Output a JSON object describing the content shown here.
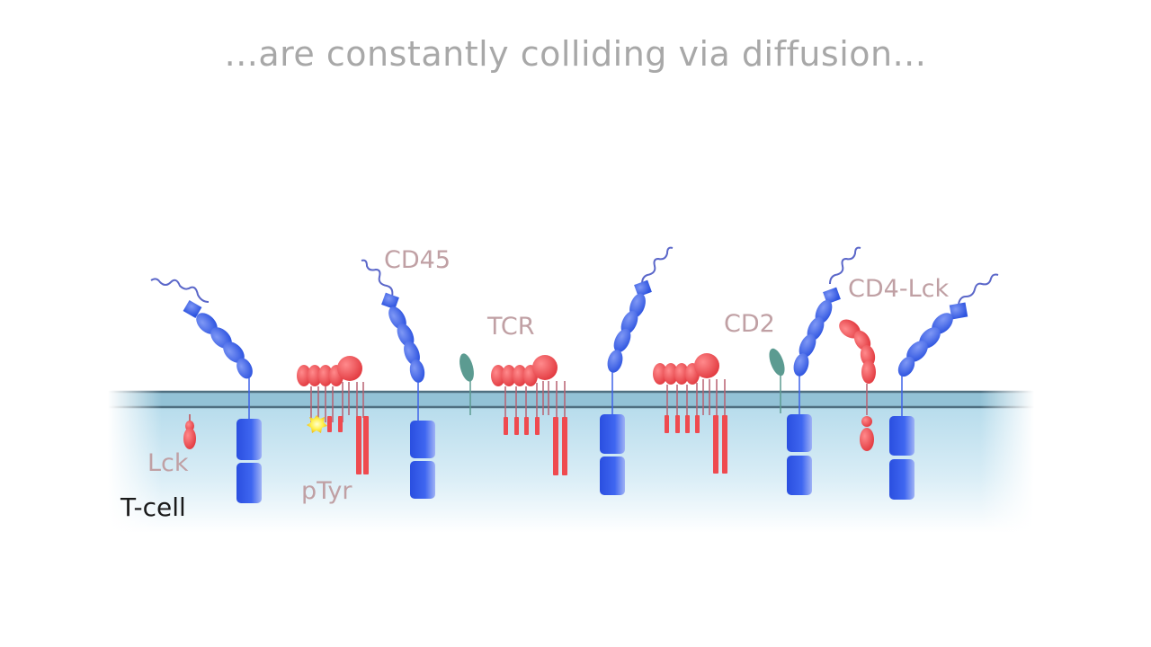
{
  "caption": "...are constantly colliding via diffusion...",
  "labels": {
    "cd45": "CD45",
    "tcr": "TCR",
    "cd2": "CD2",
    "cd4_lck": "CD4-Lck",
    "lck": "Lck",
    "ptyr": "pTyr",
    "tcell": "T-cell"
  },
  "colors": {
    "caption": "#a8a8a8",
    "label": "#c0a0a4",
    "tcell_label": "#1a1a1a",
    "membrane_top": "#7aa9c0",
    "membrane_line": "#4f6f80",
    "cytoplasm": "#cde6f2",
    "cd45_blue": "#3f63e8",
    "tcr_red": "#ef4a4f",
    "cd2_teal": "#5c9b91",
    "ptyr_yellow": "#fff24a"
  }
}
